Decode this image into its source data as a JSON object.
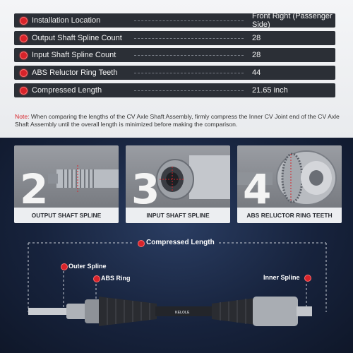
{
  "specs": [
    {
      "label": "Installation Location",
      "value": "Front Right (Passenger Side)"
    },
    {
      "label": "Output Shaft Spline Count",
      "value": "28"
    },
    {
      "label": "Input Shaft Spline Count",
      "value": "28"
    },
    {
      "label": "ABS Reluctor Ring Teeth",
      "value": "44"
    },
    {
      "label": "Compressed Length",
      "value": "21.65  inch"
    }
  ],
  "note": {
    "prefix": "Note:",
    "text": " When comparing the lengths of the CV Axle Shaft Assembly, firmly compress the Inner CV Joint end of the CV Axle Shaft Assembly until the overall length is minimized before making the comparison."
  },
  "panels": [
    {
      "number": "2",
      "caption": "OUTPUT SHAFT SPLINE"
    },
    {
      "number": "3",
      "caption": "INPUT SHAFT SPLINE"
    },
    {
      "number": "4",
      "caption": "ABS RELUCTOR RING TEETH"
    }
  ],
  "diagram": {
    "compressed_length": "Compressed Length",
    "outer_spline": "Outer Spline",
    "abs_ring": "ABS Ring",
    "inner_spline": "Inner Spline",
    "brand": "KELOLE"
  },
  "colors": {
    "accent": "#d8232a",
    "row_bg": "#2b2f36",
    "bottom_bg": "#17233d"
  }
}
